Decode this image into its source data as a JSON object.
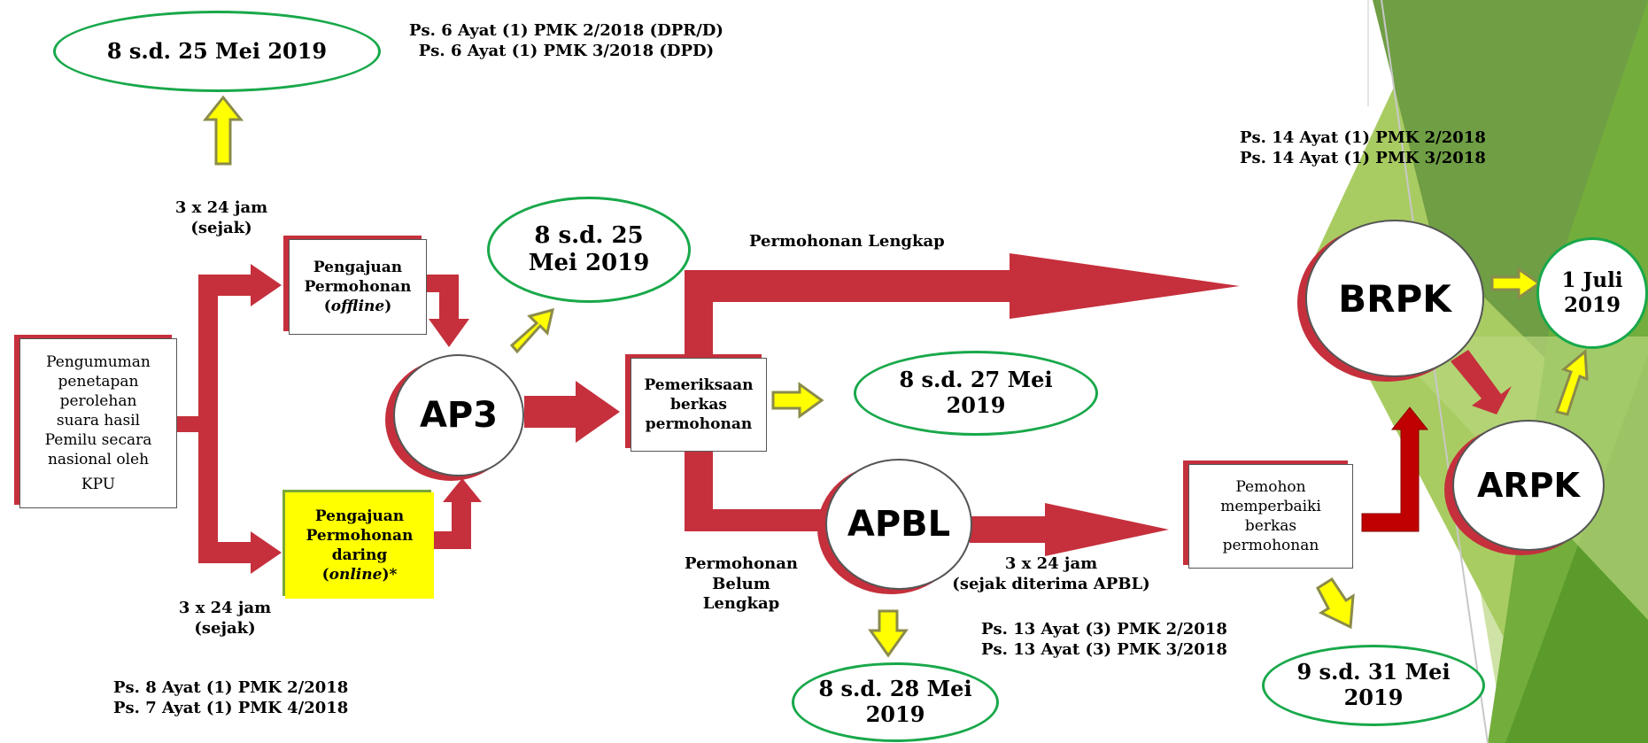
{
  "dates": {
    "top_left": "8 s.d. 25 Mei 2019",
    "ap3_after": "8 s.d. 25 Mei 2019",
    "pemeriksaan_after": "8 s.d. 27 Mei 2019",
    "apbl_after": "8 s.d. 28 Mei 2019",
    "pemohon_after": "9 s.d. 31 Mei 2019",
    "final": "1 Juli 2019"
  },
  "refs": {
    "top_line1": "Ps. 6 Ayat (1) PMK 2/2018 (DPR/D)",
    "top_line2": "Ps. 6 Ayat (1) PMK 3/2018 (DPD)",
    "brpk_line1": "Ps. 14 Ayat (1) PMK 2/2018",
    "brpk_line2": "Ps. 14 Ayat (1) PMK 3/2018",
    "apbl_line1": "Ps. 13 Ayat (3) PMK 2/2018",
    "apbl_line2": "Ps. 13 Ayat (3) PMK 3/2018",
    "bottom_line1": "Ps. 8 Ayat (1) PMK 2/2018",
    "bottom_line2": "Ps. 7 Ayat (1) PMK 4/2018"
  },
  "labels": {
    "top_duration_line1": "3 x 24 jam",
    "top_duration_line2": "(sejak)",
    "bottom_duration_line1": "3 x 24 jam",
    "bottom_duration_line2": "(sejak)",
    "permohonan_lengkap": "Permohonan Lengkap",
    "belum_line1": "Permohonan",
    "belum_line2": "Belum",
    "belum_line3": "Lengkap",
    "apbl_duration_line1": "3 x 24 jam",
    "apbl_duration_line2": "(sejak diterima APBL)"
  },
  "boxes": {
    "pengumuman": [
      "Pengumuman",
      "penetapan",
      "perolehan",
      "suara hasil",
      "Pemilu secara",
      "nasional oleh",
      "KPU"
    ],
    "offline": {
      "line1": "Pengajuan",
      "line2": "Permohonan",
      "open": "(",
      "em": "offline",
      "close": ")"
    },
    "online": {
      "line1": "Pengajuan",
      "line2": "Permohonan",
      "line3": "daring",
      "open": "(",
      "em": "online",
      "close": ")*"
    },
    "pemeriksaan": [
      "Pemeriksaan",
      "berkas",
      "permohonan"
    ],
    "pemohon": [
      "Pemohon",
      "memperbaiki",
      "berkas",
      "permohonan"
    ]
  },
  "nodes": {
    "ap3": "AP3",
    "apbl": "APBL",
    "brpk": "BRPK",
    "arpk": "ARPK"
  },
  "colors": {
    "arrow_red": "#c5303c",
    "arrow_bright_red": "#c00000",
    "yellow": "#ffff00",
    "yellow_outline": "#8b8b4a",
    "green_outline": "#18a84a",
    "bg_green": "#6aa33a"
  }
}
